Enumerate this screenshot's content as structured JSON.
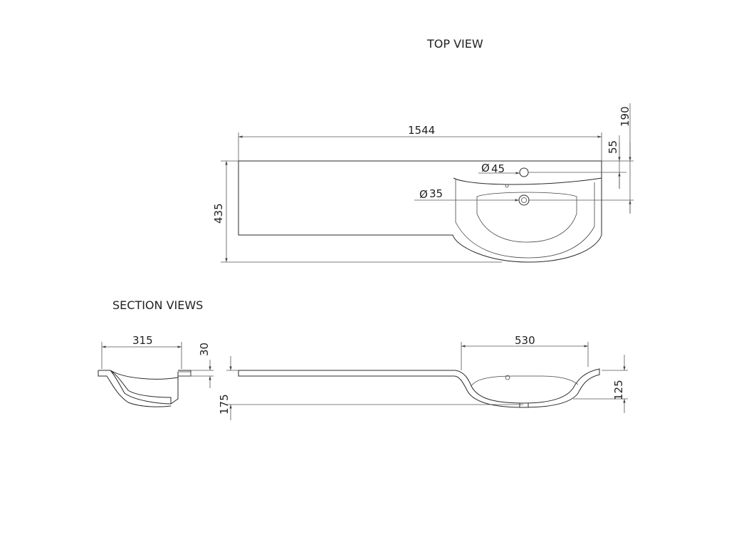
{
  "headings": {
    "top_view": "TOP VIEW",
    "section_views": "SECTION VIEWS"
  },
  "top_view": {
    "overall_width": "1544",
    "overall_depth": "435",
    "tap_hole_offset_outer": "190",
    "tap_hole_offset_inner": "55",
    "tap_hole_diameter": "45",
    "waste_diameter": "35",
    "diameter_symbol": "Ø"
  },
  "section_views": {
    "left_section": {
      "width": "315",
      "thickness": "30",
      "height": "175"
    },
    "right_section": {
      "basin_width": "530",
      "depth": "125"
    }
  }
}
